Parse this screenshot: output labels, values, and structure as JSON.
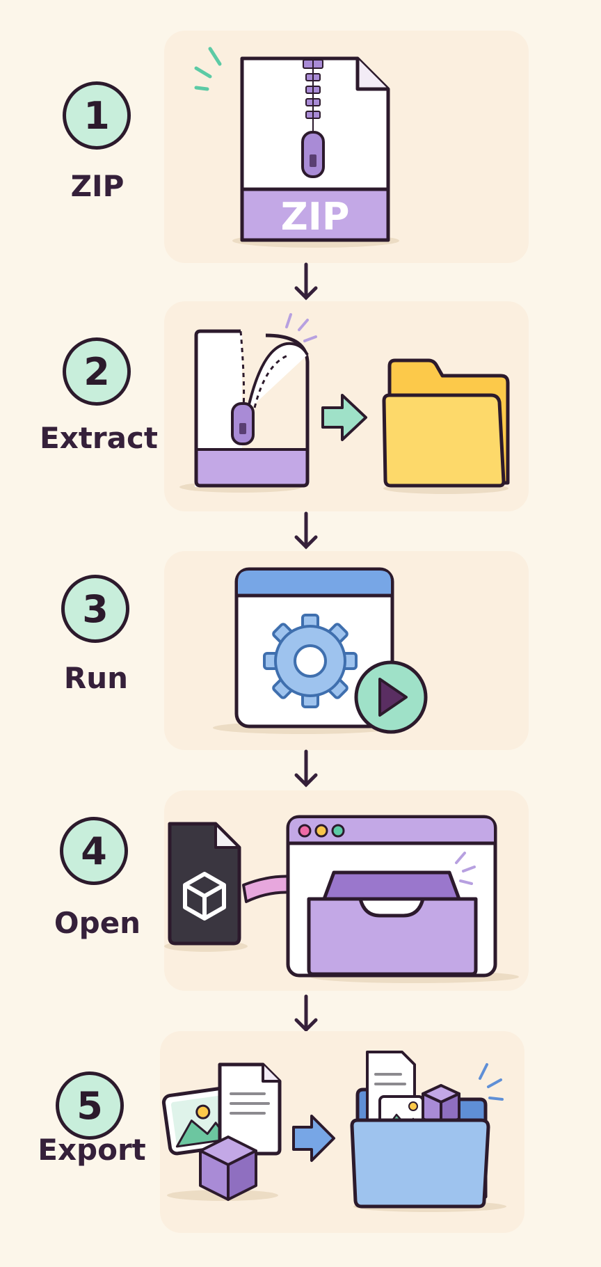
{
  "steps": [
    {
      "number": "1",
      "label": "ZIP",
      "zip_badge": "ZIP"
    },
    {
      "number": "2",
      "label": "Extract"
    },
    {
      "number": "3",
      "label": "Run"
    },
    {
      "number": "4",
      "label": "Open"
    },
    {
      "number": "5",
      "label": "Export"
    }
  ],
  "colors": {
    "background": "#fcf6ea",
    "panel": "#fbefdf",
    "outline": "#2c1a2c",
    "badge": "#c8eedb",
    "purple": "#c3a8e6",
    "yellow": "#fdd96a",
    "blue": "#9ec3ee",
    "mint": "#9fe1c8",
    "dark": "#3a3640"
  },
  "icons": [
    "zip-file-icon",
    "folder-icon",
    "gear-icon",
    "play-icon",
    "unity-package-icon",
    "inbox-icon",
    "image-icon",
    "document-icon",
    "cube-icon"
  ]
}
